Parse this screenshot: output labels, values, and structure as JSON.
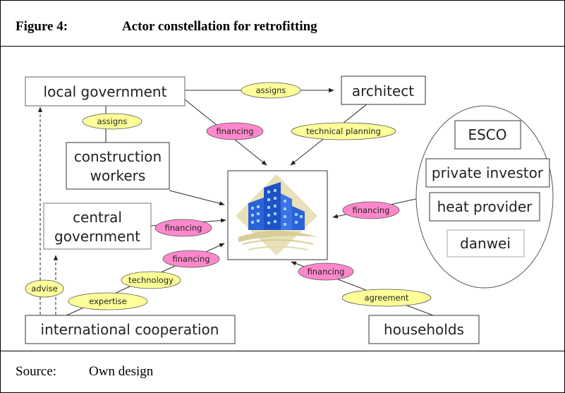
{
  "header": {
    "figure_label": "Figure 4:",
    "title": "Actor constellation for retrofitting"
  },
  "footer": {
    "source_label": "Source:",
    "source_value": "Own design"
  },
  "nodes": {
    "local_government": "local government",
    "architect": "architect",
    "construction_workers_line1": "construction",
    "construction_workers_line2": "workers",
    "central_government_line1": "central",
    "central_government_line2": "government",
    "international_cooperation": "international cooperation",
    "households": "households",
    "esco": "ESCO",
    "private_investor": "private investor",
    "heat_provider": "heat provider",
    "danwei": "danwei"
  },
  "edge_labels": {
    "assigns_architect": "assigns",
    "assigns_workers": "assigns",
    "financing_local": "financing",
    "technical_planning": "technical planning",
    "financing_central": "financing",
    "financing_intl": "financing",
    "technology": "technology",
    "expertise": "expertise",
    "advise": "advise",
    "financing_group": "financing",
    "financing_households": "financing",
    "agreement": "agreement"
  },
  "colors": {
    "yellow_label": "#ffff99",
    "pink_label": "#ff88cc",
    "building_blue": "#2a62d8",
    "ground_tan": "#e6dcb0"
  }
}
